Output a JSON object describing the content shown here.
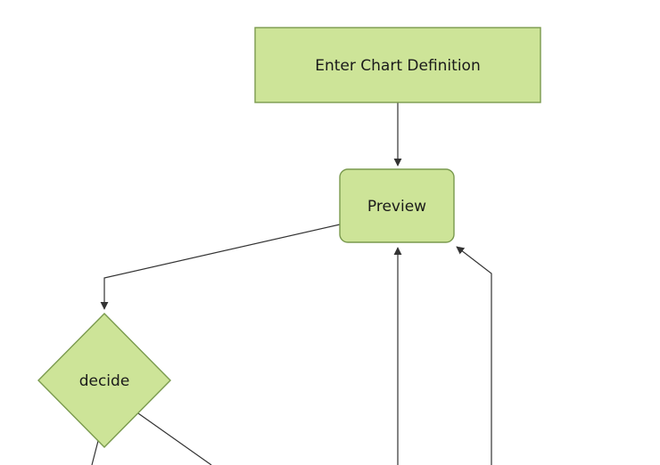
{
  "diagram": {
    "type": "flowchart",
    "nodes": {
      "enter_chart_definition": {
        "label": "Enter Chart Definition",
        "shape": "rectangle"
      },
      "preview": {
        "label": "Preview",
        "shape": "rounded-rectangle"
      },
      "decide": {
        "label": "decide",
        "shape": "diamond"
      }
    },
    "edges": [
      {
        "from": "enter_chart_definition",
        "to": "preview",
        "arrow": true
      },
      {
        "from": "preview",
        "to": "decide",
        "arrow": true
      },
      {
        "from": "offscreen-bottom-center",
        "to": "preview",
        "arrow": true
      },
      {
        "from": "offscreen-bottom-right",
        "to": "preview",
        "arrow": true
      },
      {
        "from": "decide",
        "to": "offscreen-bottom",
        "arrow": false
      },
      {
        "from": "decide",
        "to": "offscreen-bottom-left",
        "arrow": false
      }
    ],
    "colors": {
      "node_fill": "#cde498",
      "node_stroke": "#7a9a4e",
      "edge": "#333333",
      "text": "#1a1a1a",
      "background": "#ffffff"
    }
  }
}
